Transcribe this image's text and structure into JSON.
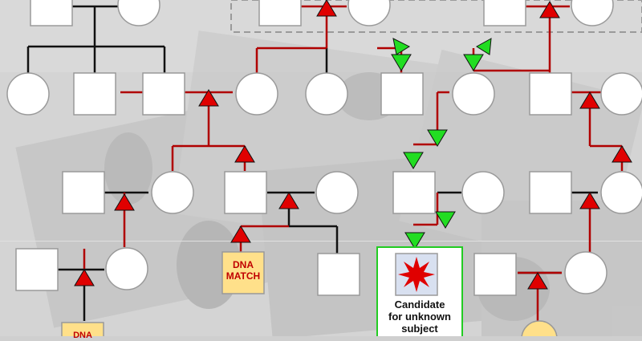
{
  "labels": {
    "dna_match_1": [
      "DNA",
      "MATCH"
    ],
    "dna_match_2": [
      "DNA"
    ],
    "candidate": [
      "Candidate",
      "for unknown",
      "subject"
    ]
  },
  "colors": {
    "background": "#cfcfcf",
    "line_black": "#111111",
    "line_red": "#b00000",
    "arrow_red": "#e00000",
    "arrow_green": "#22dd22",
    "node_fill": "#ffffff",
    "dna_fill": "#ffe08a",
    "candidate_border": "#22cc22",
    "star": "#e00000"
  }
}
